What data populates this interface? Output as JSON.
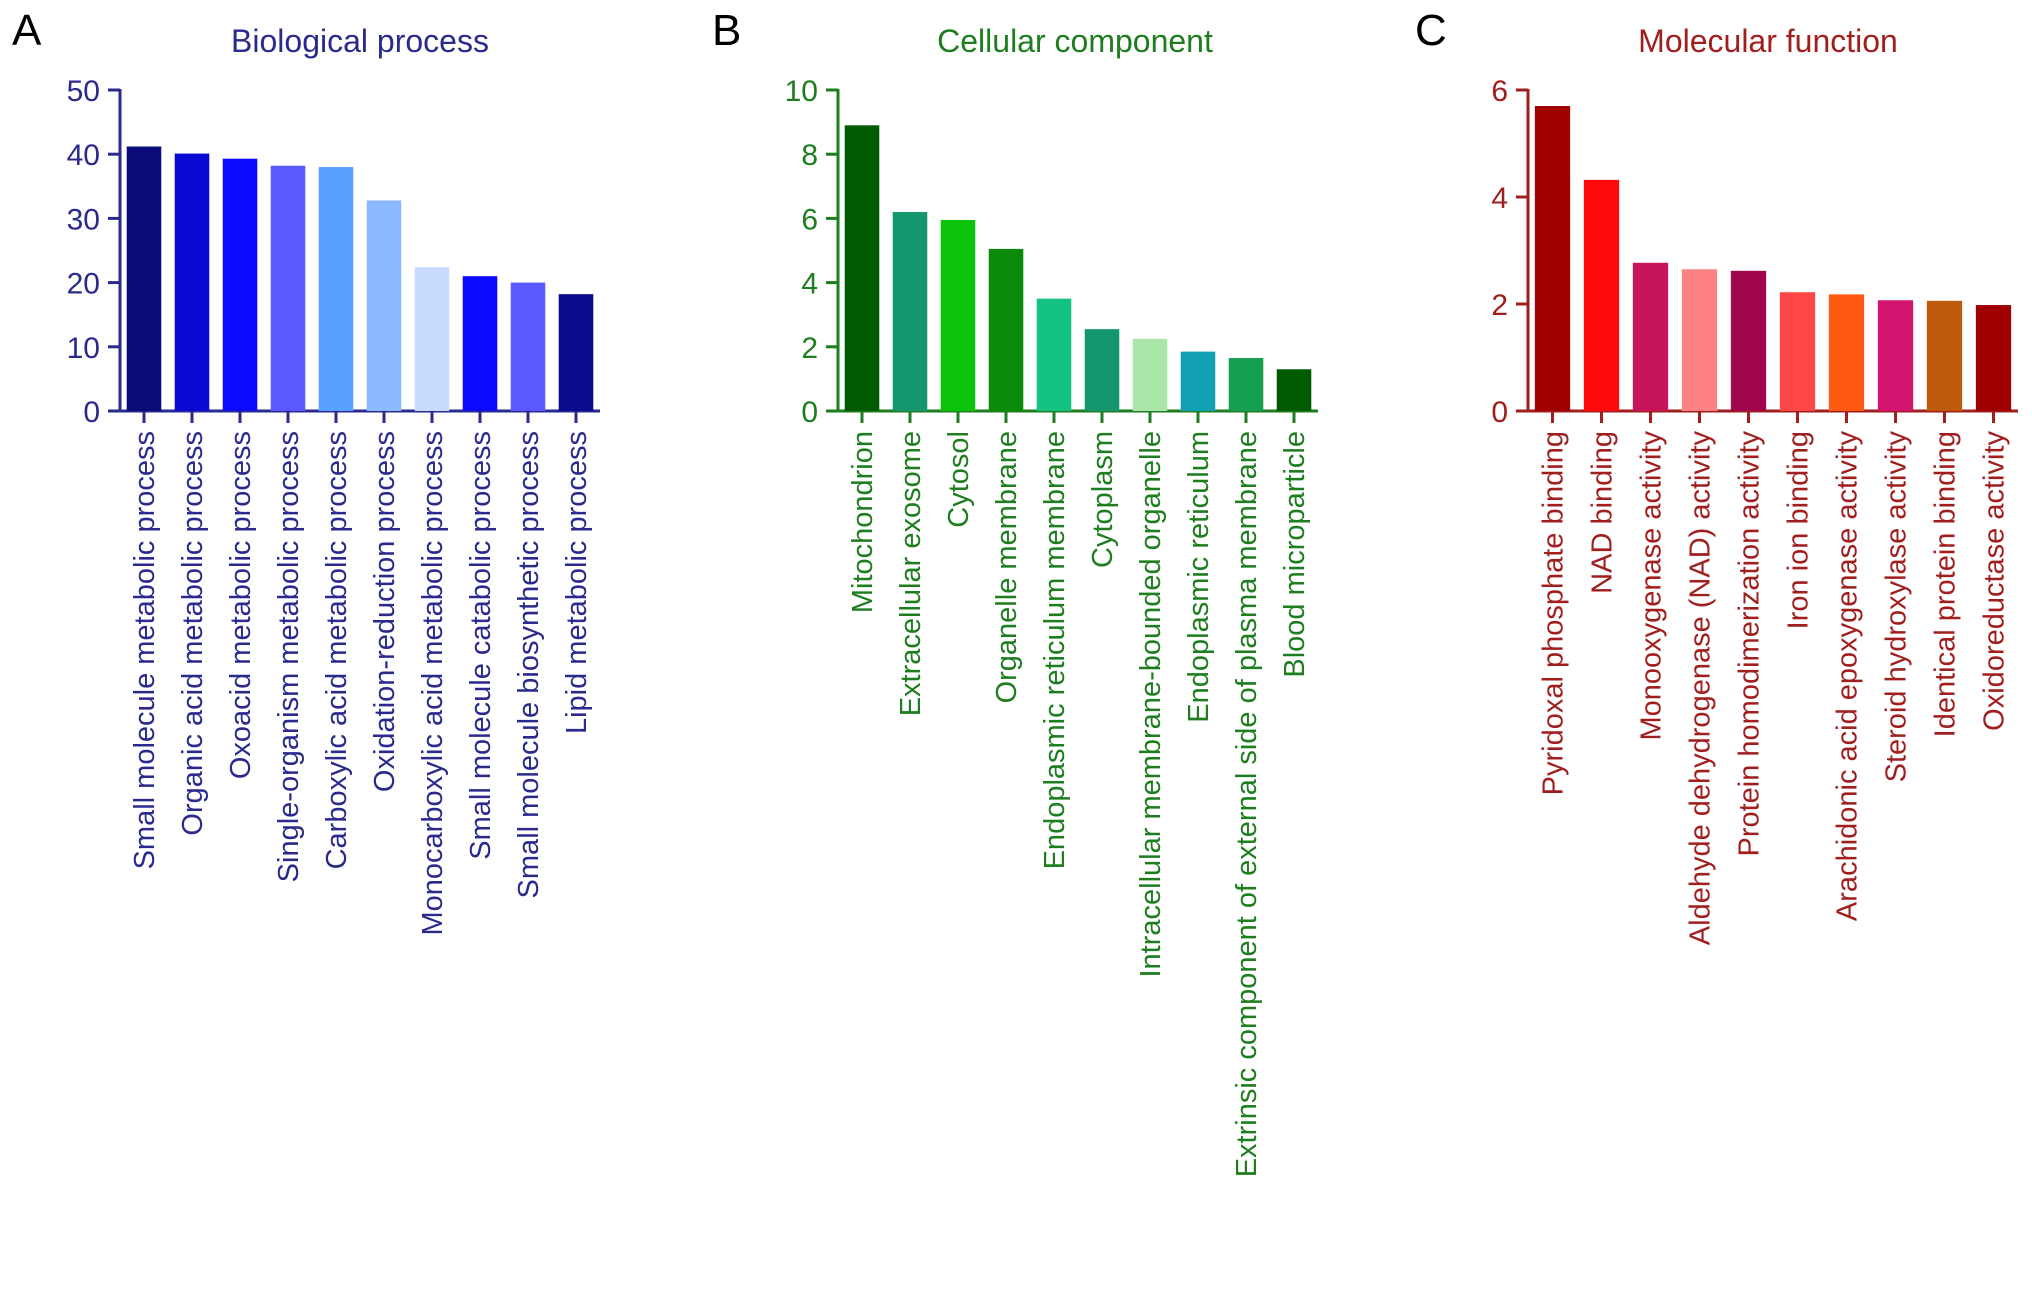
{
  "chart_data": [
    {
      "type": "bar",
      "panel_letter": "A",
      "title": "Biological process",
      "color": "#2a2a8c",
      "ylim": [
        0,
        50
      ],
      "yticks": [
        "0",
        "10",
        "20",
        "30",
        "40",
        "50"
      ],
      "categories": [
        "Small molecule metabolic process",
        "Organic acid metabolic process",
        "Oxoacid metabolic process",
        "Single-organism metabolic process",
        "Carboxylic acid metabolic process",
        "Oxidation-reduction process",
        "Monocarboxylic acid metabolic process",
        "Small molecule catabolic process",
        "Small molecule biosynthetic process",
        "Lipid metabolic process"
      ],
      "values": [
        41.2,
        40.1,
        39.3,
        38.2,
        38.0,
        32.8,
        22.4,
        21.0,
        20.0,
        18.2
      ],
      "bar_colors": [
        "#0a0a78",
        "#0a0ad2",
        "#0a0aff",
        "#5a5aff",
        "#5aa0ff",
        "#8cbaff",
        "#c8dcff",
        "#0a0aff",
        "#5a5aff",
        "#0a0a8c"
      ]
    },
    {
      "type": "bar",
      "panel_letter": "B",
      "title": "Cellular component",
      "color": "#1e7d1e",
      "ylim": [
        0,
        10
      ],
      "yticks": [
        "0",
        "2",
        "4",
        "6",
        "8",
        "10"
      ],
      "categories": [
        "Mitochondrion",
        "Extracellular exosome",
        "Cytosol",
        "Organelle membrane",
        "Endoplasmic reticulum membrane",
        "Cytoplasm",
        "Intracellular membrane-bounded organelle",
        "Endoplasmic reticulum",
        "Extrinsic component of external side of plasma membrane",
        "Blood microparticle"
      ],
      "values": [
        8.9,
        6.2,
        5.95,
        5.05,
        3.5,
        2.55,
        2.25,
        1.85,
        1.65,
        1.3
      ],
      "bar_colors": [
        "#005a00",
        "#14966e",
        "#0ac30a",
        "#0a8c0a",
        "#14c382",
        "#14966e",
        "#aae6aa",
        "#14a0b4",
        "#14a050",
        "#005a00"
      ]
    },
    {
      "type": "bar",
      "panel_letter": "C",
      "title": "Molecular function",
      "color": "#a01e1e",
      "ylim": [
        0,
        6
      ],
      "yticks": [
        "0",
        "2",
        "4",
        "6"
      ],
      "categories": [
        "Pyridoxal phosphate binding",
        "NAD binding",
        "Monooxygenase activity",
        "Aldehyde dehydrogenase (NAD) activity",
        "Protein homodimerization activity",
        "Iron ion binding",
        "Arachidonic acid epoxygenase activity",
        "Steroid hydroxylase activity",
        "Identical protein binding",
        "Oxidoreductase activity"
      ],
      "values": [
        5.7,
        4.32,
        2.77,
        2.65,
        2.62,
        2.22,
        2.18,
        2.07,
        2.06,
        1.98
      ],
      "bar_colors": [
        "#a00000",
        "#ff0a0a",
        "#c8145a",
        "#ff8282",
        "#a0064b",
        "#ff4646",
        "#ff5a14",
        "#d2146e",
        "#be5a0a",
        "#a00000"
      ]
    }
  ]
}
